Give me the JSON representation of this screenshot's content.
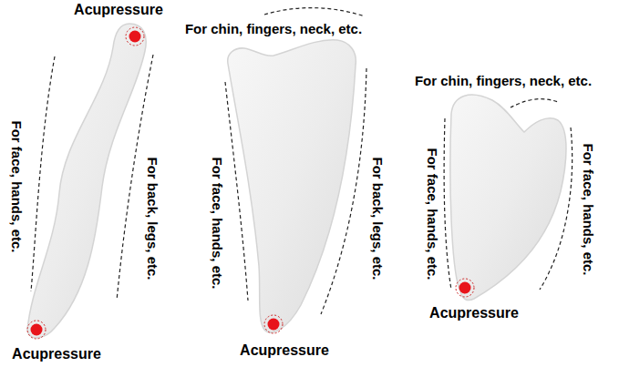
{
  "diagram": {
    "labels": [
      "Acupressure",
      "For chin, fingers, neck, etc.",
      "For chin, fingers, neck, etc.",
      "For face, hands, etc.",
      "For back, legs, etc.",
      "For face, hands, etc.",
      "For back, legs, etc.",
      "For face, hands, etc.",
      "For face, hands, etc.",
      "Acupressure",
      "Acupressure",
      "Acupressure"
    ]
  }
}
